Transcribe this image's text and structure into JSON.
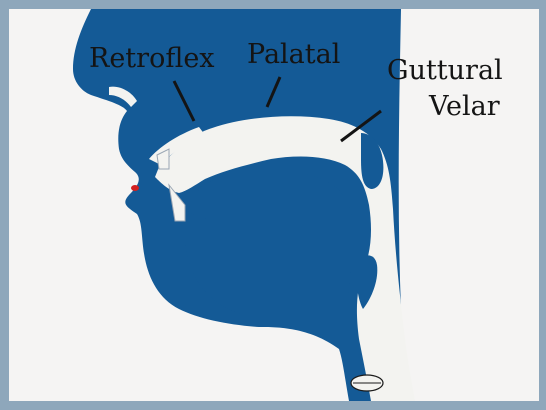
{
  "labels": {
    "retroflex": "Retroflex",
    "palatal": "Palatal",
    "guttural": "Guttural",
    "velar": "Velar"
  },
  "colors": {
    "frame": "#8ea7bb",
    "background": "#f5f4f3",
    "head": "#145a96",
    "tract": "#f3f3f0",
    "pointer": "#141414",
    "lip_mark": "#d22020"
  }
}
